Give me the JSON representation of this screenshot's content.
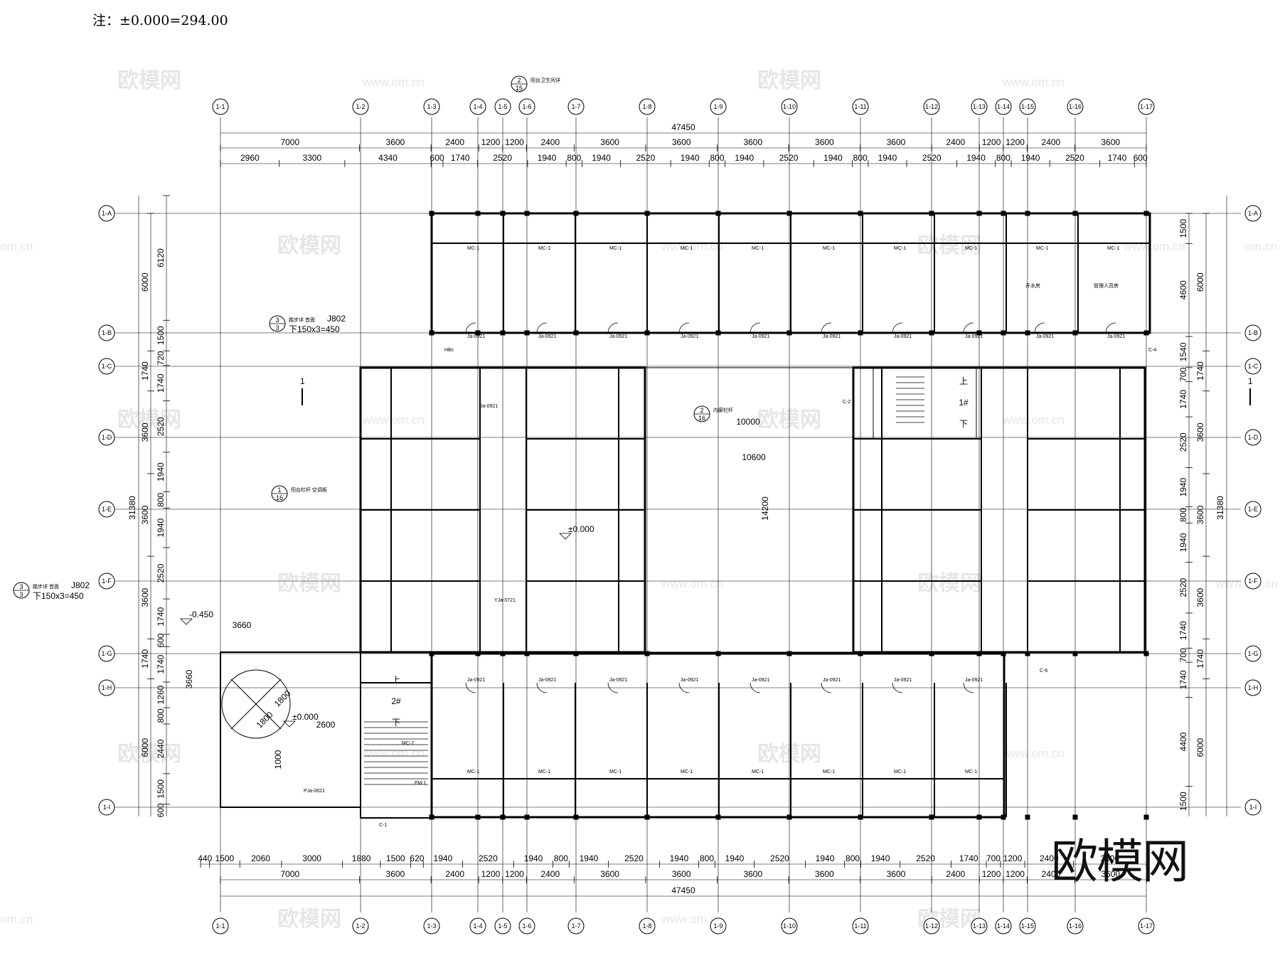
{
  "note": "注：±0.000=294.00",
  "watermark": {
    "brand": "欧模网",
    "url": "www.om.cn",
    "url_short": "om.cn"
  },
  "top_dims": {
    "total": "47450",
    "row1": [
      "7000",
      "3600",
      "2400",
      "1200",
      "1200",
      "2400",
      "3600",
      "3600",
      "3600",
      "3600",
      "3600",
      "2400",
      "1200",
      "1200",
      "2400",
      "3600"
    ],
    "row2": [
      "2960",
      "3300",
      "4340",
      "600",
      "1740",
      "2520",
      "1940",
      "800",
      "1940",
      "2520",
      "1940",
      "800",
      "1940",
      "2520",
      "1940",
      "800",
      "1940",
      "2520",
      "1940",
      "800",
      "1940",
      "2520",
      "1740",
      "600"
    ]
  },
  "bottom_dims": {
    "total": "47450",
    "row1": [
      "440",
      "1500",
      "2060",
      "3000",
      "1880",
      "1500",
      "620",
      "1940",
      "2520",
      "1940",
      "800",
      "1940",
      "2520",
      "1940",
      "800",
      "1940",
      "2520",
      "1940",
      "800",
      "1940",
      "2520",
      "1740",
      "700",
      "1200",
      "2400",
      "3600"
    ],
    "row2": [
      "7000",
      "3600",
      "2400",
      "1200",
      "1200",
      "2400",
      "3600",
      "3600",
      "3600",
      "3600",
      "3600",
      "2400",
      "1200",
      "1200",
      "2400",
      "3600"
    ]
  },
  "left_dims": {
    "total": "31380",
    "outer": [
      "6000",
      "1740",
      "3600",
      "3600",
      "3600",
      "1740",
      "6000"
    ],
    "inner": [
      "6120",
      "1500",
      "720",
      "1740",
      "2520",
      "1940",
      "800",
      "1940",
      "2520",
      "1740",
      "600",
      "1740",
      "1260",
      "800",
      "2440",
      "1500",
      "600"
    ],
    "extra": "3660"
  },
  "right_dims": {
    "total": "31380",
    "outer": [
      "6000",
      "1740",
      "3600",
      "3600",
      "3600",
      "1740",
      "6000"
    ],
    "inner": [
      "1500",
      "4600",
      "1540",
      "700",
      "1740",
      "2520",
      "1940",
      "800",
      "1940",
      "2520",
      "1740",
      "700",
      "1740",
      "4400",
      "1500"
    ]
  },
  "interior_dims": [
    "10000",
    "10600",
    "14200",
    "3660",
    "1800",
    "1800",
    "2600",
    "1000"
  ],
  "levels": [
    "±0.000",
    "±0.000",
    "-0.450"
  ],
  "section_marks": [
    "1",
    "1"
  ],
  "stairs": [
    {
      "label": "1#",
      "up": "上",
      "down": "下"
    },
    {
      "label": "2#",
      "up": "上",
      "down": "下"
    }
  ],
  "details": [
    {
      "num": "2",
      "sheet": "15",
      "text": "阳台卫生间详"
    },
    {
      "num": "2",
      "sheet": "16",
      "text": "内廊栏杆"
    },
    {
      "num": "1",
      "sheet": "16",
      "text": "阳台栏杆 空调板"
    },
    {
      "num": "3",
      "sheet": "3",
      "text": "踏步详 首面",
      "ref": "J802",
      "extra": "下150x3=450"
    },
    {
      "num": "3",
      "sheet": "3",
      "text": "踏步详 首面",
      "ref": "J802",
      "extra": "下150x3=450"
    }
  ],
  "door_tags": [
    "MC-1",
    "Ja-0921",
    "YJa-0721",
    "HBc",
    "FM-1",
    "C-1",
    "C-2",
    "C-4",
    "C-6",
    "MC-2",
    "PJa-0621"
  ],
  "room_names": [
    "开水房",
    "管理人员房"
  ],
  "colors": {
    "line": "#000000",
    "watermark": "#e6e6e6"
  }
}
